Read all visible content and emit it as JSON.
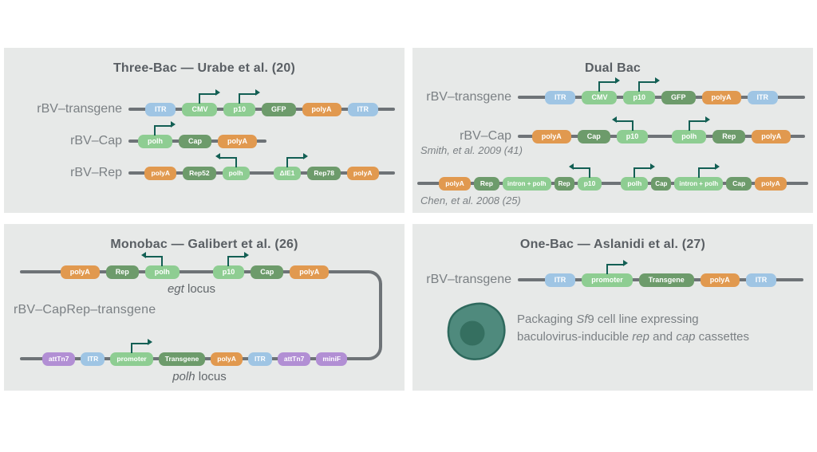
{
  "colors": {
    "blue": "#9fc5e4",
    "light_green": "#8ecd92",
    "dark_green": "#6d9b6b",
    "orange": "#e1994f",
    "purple": "#b28fd4",
    "backbone": "#6e7377",
    "promoter_arrow": "#135f54",
    "panel_background": "#e7e9e8",
    "cell_fill": "#4f8a7d",
    "cell_outline": "#2e695d",
    "cell_nucleus": "#356f60"
  },
  "panels": {
    "three_bac": {
      "title": "Three-Bac — Urabe et al. (20)",
      "rows": [
        {
          "label": "rBV–transgene",
          "elements": [
            {
              "label": "ITR",
              "color": "blue"
            },
            {
              "label": "CMV",
              "color": "light_green",
              "arrow": "right"
            },
            {
              "label": "p10",
              "color": "light_green",
              "arrow": "right"
            },
            {
              "label": "GFP",
              "color": "dark_green"
            },
            {
              "label": "polyA",
              "color": "orange"
            },
            {
              "label": "ITR",
              "color": "blue"
            }
          ]
        },
        {
          "label": "rBV–Cap",
          "elements": [
            {
              "label": "polh",
              "color": "light_green",
              "arrow": "right"
            },
            {
              "label": "Cap",
              "color": "dark_green"
            },
            {
              "label": "polyA",
              "color": "orange"
            }
          ]
        },
        {
          "label": "rBV–Rep",
          "dense": true,
          "elements": [
            {
              "label": "polyA",
              "color": "orange"
            },
            {
              "label": "Rep52",
              "color": "dark_green"
            },
            {
              "label": "polh",
              "color": "light_green",
              "arrow": "left"
            },
            {
              "spacer": 14
            },
            {
              "label": "ΔIE1",
              "color": "light_green",
              "arrow": "right"
            },
            {
              "label": "Rep78",
              "color": "dark_green"
            },
            {
              "label": "polyA",
              "color": "orange"
            }
          ]
        }
      ]
    },
    "dual_bac": {
      "title": "Dual Bac",
      "rows": [
        {
          "label": "rBV–transgene",
          "elements": [
            {
              "label": "ITR",
              "color": "blue"
            },
            {
              "label": "CMV",
              "color": "light_green",
              "arrow": "right"
            },
            {
              "label": "p10",
              "color": "light_green",
              "arrow": "right"
            },
            {
              "label": "GFP",
              "color": "dark_green"
            },
            {
              "label": "polyA",
              "color": "orange"
            },
            {
              "label": "ITR",
              "color": "blue"
            }
          ]
        },
        {
          "label": "rBV–Cap",
          "citation": "Smith, et al. 2009 (41)",
          "gap": 8,
          "elements": [
            {
              "label": "polyA",
              "color": "orange"
            },
            {
              "label": "Cap",
              "color": "dark_green"
            },
            {
              "label": "p10",
              "color": "light_green",
              "arrow": "left"
            },
            {
              "spacer": 14
            },
            {
              "label": "polh",
              "color": "light_green",
              "arrow": "right"
            },
            {
              "label": "Rep",
              "color": "dark_green"
            },
            {
              "label": "polyA",
              "color": "orange"
            }
          ]
        },
        {
          "citation": "Chen, et al. 2008 (25)",
          "gap": 4,
          "dense": true,
          "elements": [
            {
              "label": "polyA",
              "color": "orange"
            },
            {
              "label": "Rep",
              "color": "dark_green"
            },
            {
              "label": "intron + polh",
              "color": "light_green",
              "narrow": true
            },
            {
              "label": "Rep",
              "color": "dark_green",
              "small": true
            },
            {
              "label": "p10",
              "color": "light_green",
              "arrow": "left"
            },
            {
              "spacer": 16
            },
            {
              "label": "polh",
              "color": "light_green",
              "arrow": "right"
            },
            {
              "label": "Cap",
              "color": "dark_green",
              "small": true
            },
            {
              "label": "intron + polh",
              "color": "light_green",
              "narrow": true,
              "arrow": "right"
            },
            {
              "label": "Cap",
              "color": "dark_green"
            },
            {
              "label": "polyA",
              "color": "orange"
            }
          ]
        }
      ]
    },
    "monobac": {
      "title": "Monobac — Galibert et al. (26)",
      "construct_label": "rBV–CapRep–transgene",
      "egt_locus": [
        {
          "t": "egt",
          "i": true
        },
        {
          "t": " locus"
        }
      ],
      "polh_locus": [
        {
          "t": "polh",
          "i": true
        },
        {
          "t": " locus"
        }
      ],
      "rows": [
        {
          "elements": [
            {
              "label": "polyA",
              "color": "orange"
            },
            {
              "label": "Rep",
              "color": "dark_green"
            },
            {
              "label": "polh",
              "color": "light_green",
              "arrow": "left"
            },
            {
              "spacer": 26
            },
            {
              "label": "p10",
              "color": "light_green",
              "arrow": "right"
            },
            {
              "label": "Cap",
              "color": "dark_green"
            },
            {
              "label": "polyA",
              "color": "orange"
            }
          ]
        },
        {
          "gap": 7,
          "dense": true,
          "elements": [
            {
              "label": "attTn7",
              "color": "purple"
            },
            {
              "label": "ITR",
              "color": "blue"
            },
            {
              "label": "promoter",
              "color": "light_green",
              "arrow": "right"
            },
            {
              "label": "Transgene",
              "color": "dark_green"
            },
            {
              "label": "polyA",
              "color": "orange"
            },
            {
              "label": "ITR",
              "color": "blue"
            },
            {
              "label": "attTn7",
              "color": "purple"
            },
            {
              "label": "miniF",
              "color": "purple"
            }
          ]
        }
      ]
    },
    "one_bac": {
      "title": "One-Bac — Aslanidi et al. (27)",
      "rows": [
        {
          "label": "rBV–transgene",
          "elements": [
            {
              "label": "ITR",
              "color": "blue"
            },
            {
              "label": "promoter",
              "color": "light_green",
              "arrow": "right"
            },
            {
              "label": "Transgene",
              "color": "dark_green"
            },
            {
              "label": "polyA",
              "color": "orange"
            },
            {
              "label": "ITR",
              "color": "blue"
            }
          ]
        }
      ],
      "cell_caption_line1": [
        {
          "t": "Packaging "
        },
        {
          "t": "Sf",
          "i": true
        },
        {
          "t": "9 cell line expressing"
        }
      ],
      "cell_caption_line2": [
        {
          "t": "baculovirus-inducible "
        },
        {
          "t": "rep",
          "i": true
        },
        {
          "t": " and "
        },
        {
          "t": "cap",
          "i": true
        },
        {
          "t": " cassettes"
        }
      ]
    }
  }
}
